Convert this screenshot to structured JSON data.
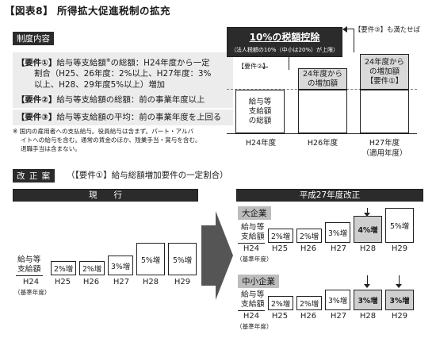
{
  "title": "【図表8】 所得拡大促進税制の拡充",
  "section1": {
    "tag": "制度内容",
    "req1_label": "【要件①】",
    "req1_text": "給与等支給額",
    "req1_sup": "※",
    "req1_rest": "の総額：H24年度から一定",
    "req1_line2": "割合（H25、26年度：2%以上、H27年度：3%",
    "req1_line3": "以上、H28、29年度5%以上）増加",
    "req2_label": "【要件②】",
    "req2_text": "給与等支給額の総額：前の事業年度以上",
    "req3_label": "【要件③】",
    "req3_text": "給与等支給額の平均：前の事業年度を上回る",
    "note_mark": "※",
    "note_line1": "国内の雇用者への支払給与。役員給与は含まず。パート・アルバ",
    "note_line2": "イトへの給与を含む。通常の賃金のほか、残業手当・賞与を含む。",
    "note_line3": "退職手当は含まない。"
  },
  "diagram1": {
    "credit_title": "10%の税額控除",
    "credit_sub": "（法人税額の10%（中小は20%）が上限）",
    "req3_note": "【要件③】も満たせば",
    "req2_tag": "【要件②】",
    "base_box": [
      "給与等",
      "支給額",
      "の総額"
    ],
    "h26_box": [
      "24年度から",
      "の増加額"
    ],
    "h27_box": [
      "24年度から",
      "の増加額",
      "【要件①】"
    ],
    "years": [
      "H24年度",
      "H26年度",
      "H27年度"
    ],
    "h27_sub": "（適用年度）"
  },
  "section2": {
    "tag": "改 正 案",
    "subtitle": "（【要件①】給与総額増加要件の一定割合）"
  },
  "current": {
    "header": "現　　行",
    "row_label": [
      "給与等",
      "支給額"
    ],
    "steps": [
      "2%増",
      "2%増",
      "3%増",
      "5%増",
      "5%増"
    ],
    "years": [
      "H24",
      "H25",
      "H26",
      "H27",
      "H28",
      "H29"
    ],
    "base_note": "（基準年度）"
  },
  "revised": {
    "header": "平成27年度改正",
    "large": {
      "tag": "大企業",
      "row_label": [
        "給与等",
        "支給額"
      ],
      "steps": [
        "2%増",
        "2%増",
        "3%増",
        "4%増",
        "5%増"
      ]
    },
    "sme": {
      "tag": "中小企業",
      "row_label": [
        "給与等",
        "支給額"
      ],
      "steps": [
        "2%増",
        "2%増",
        "3%増",
        "3%増",
        "3%増"
      ]
    },
    "years": [
      "H24",
      "H25",
      "H26",
      "H27",
      "H28",
      "H29"
    ],
    "base_note": "（基準年度）"
  }
}
